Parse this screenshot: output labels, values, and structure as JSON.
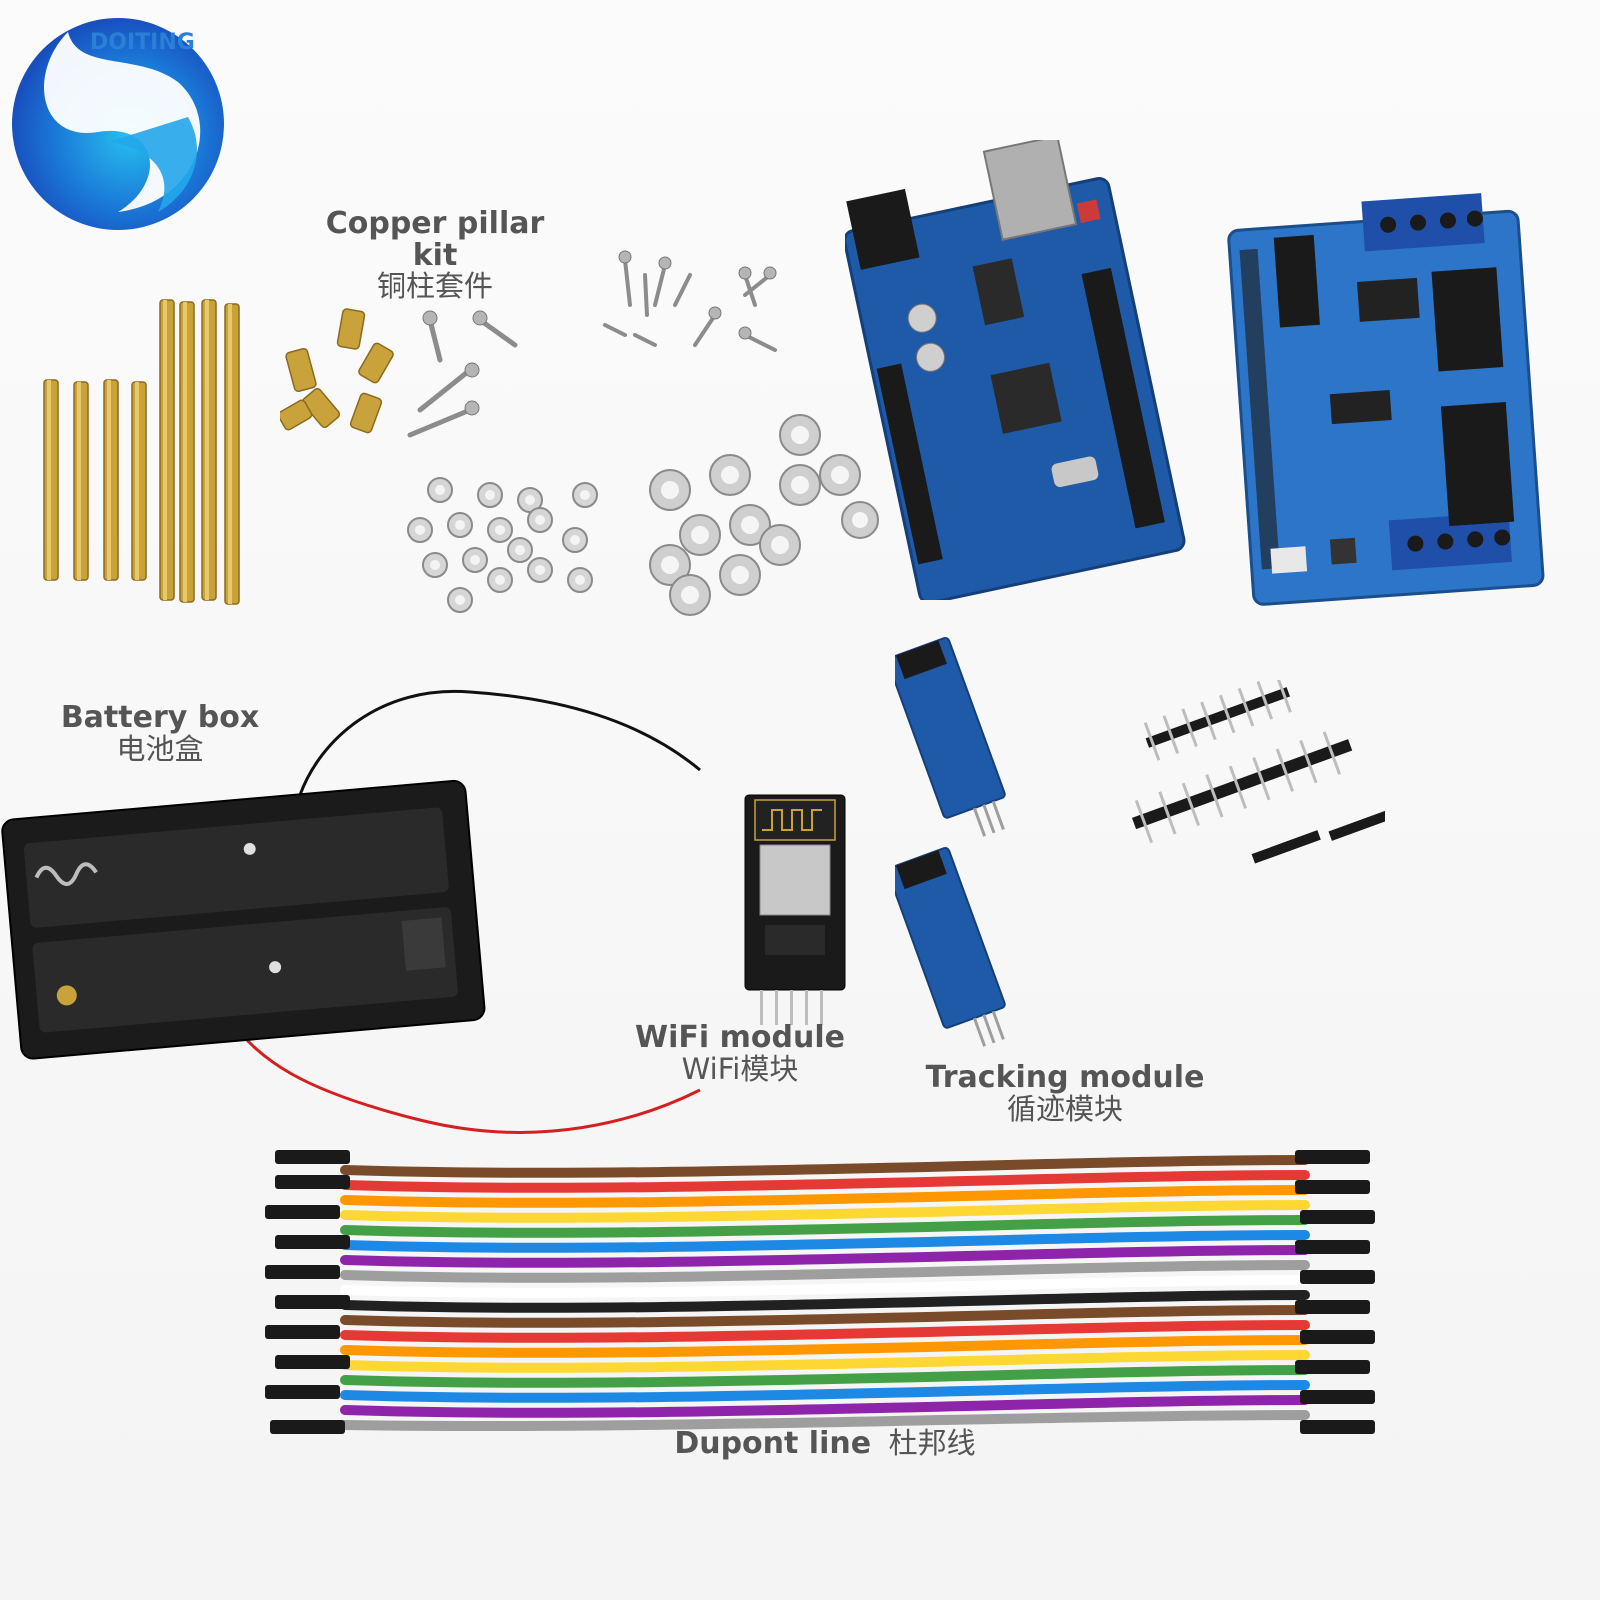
{
  "logo": {
    "text": "DOITING"
  },
  "labels": {
    "copper": {
      "en": "Copper pillar kit",
      "zh": "铜柱套件"
    },
    "battery": {
      "en": "Battery box",
      "zh": "电池盒"
    },
    "wifi": {
      "en": "WiFi module",
      "zh": "WiFi模块"
    },
    "tracking": {
      "en": "Tracking module",
      "zh": "循迹模块"
    },
    "dupont": {
      "en": "Dupont line",
      "zh": "杜邦线"
    }
  },
  "colors": {
    "board_blue": "#1f5aa8",
    "shield_blue": "#2d75c8",
    "brass": "#c9a23c",
    "wire_rainbow": [
      "#7a4b2a",
      "#e53935",
      "#ff9800",
      "#fdd835",
      "#43a047",
      "#1e88e5",
      "#8e24aa",
      "#9e9e9e",
      "#ffffff",
      "#212121"
    ]
  }
}
